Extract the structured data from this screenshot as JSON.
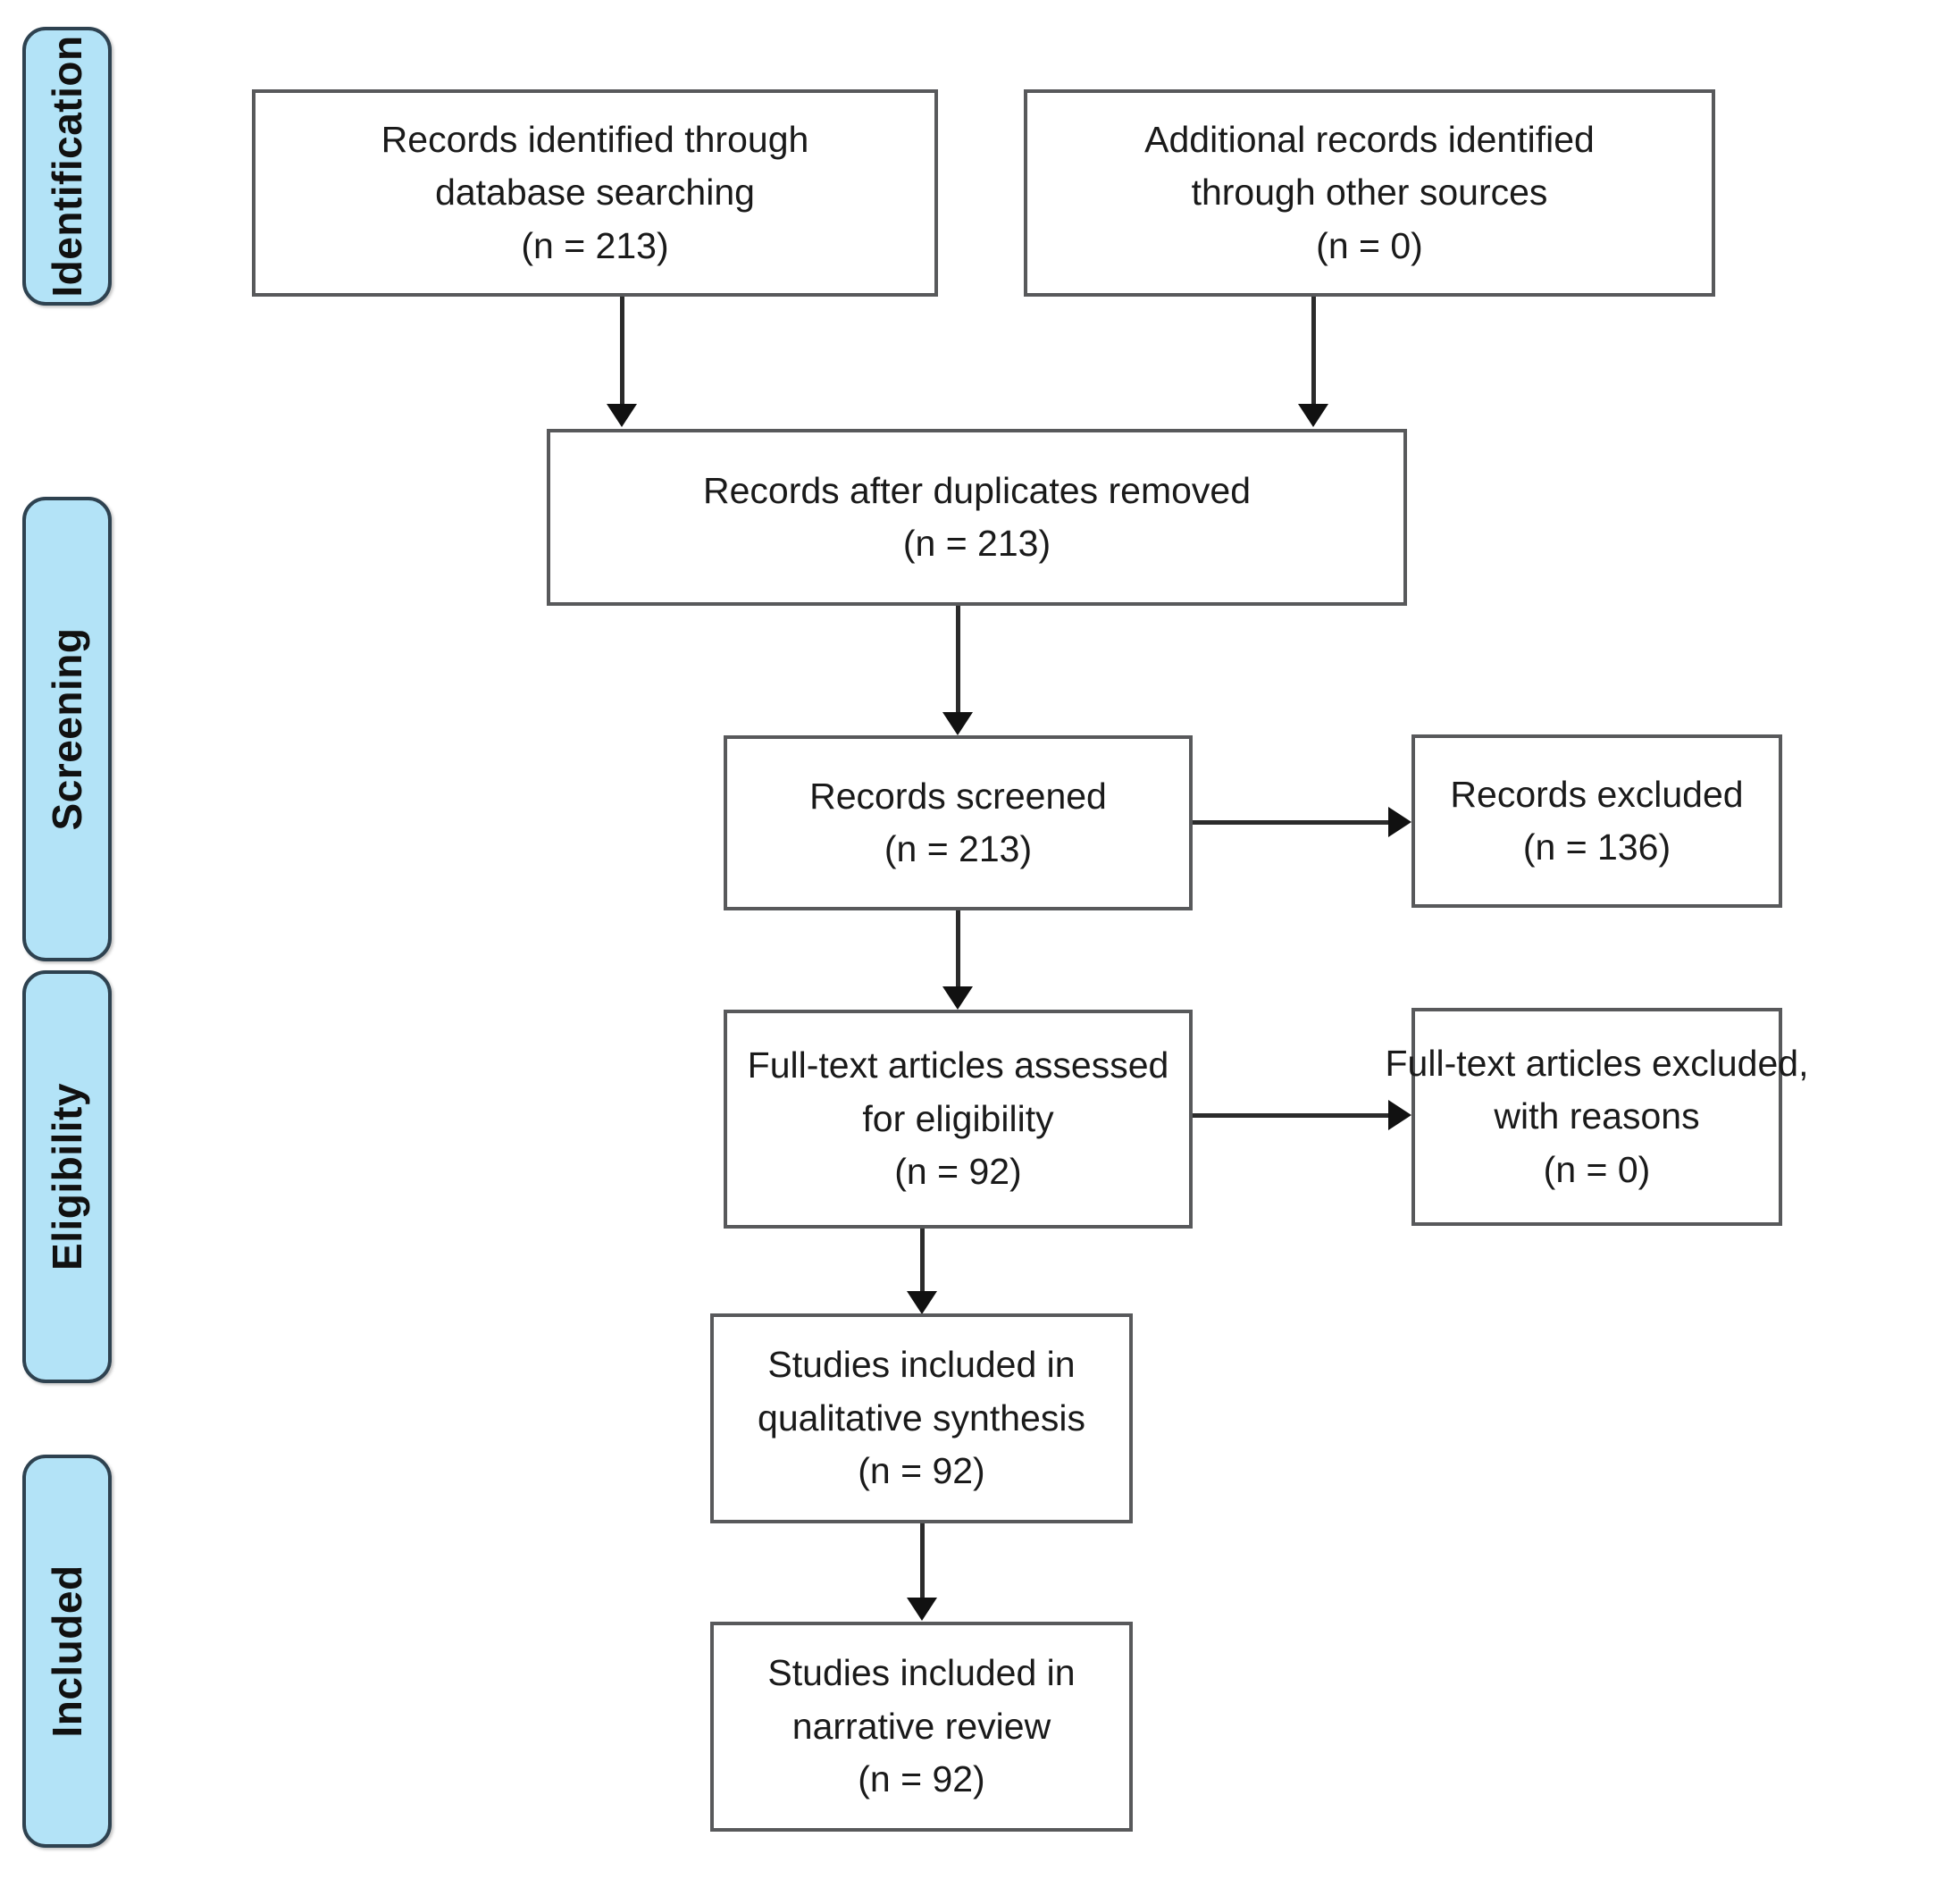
{
  "diagram": {
    "type": "prisma-flow-diagram",
    "colors": {
      "stage_tab_fill": "#b3e3f7",
      "stage_tab_border": "#2e4250",
      "box_border": "#58595b",
      "box_fill": "#ffffff",
      "connector": "#2b2b2b",
      "text": "#1a1a1a"
    },
    "stages": [
      {
        "id": "identification",
        "label": "Identification"
      },
      {
        "id": "screening",
        "label": "Screening"
      },
      {
        "id": "eligibility",
        "label": "Eligibility"
      },
      {
        "id": "included",
        "label": "Included"
      }
    ],
    "boxes": [
      {
        "id": "records-identified-database",
        "stage": "identification",
        "lines": [
          "Records identified through",
          "database searching",
          "(n = 213)"
        ],
        "count": 213
      },
      {
        "id": "additional-records-other-sources",
        "stage": "identification",
        "lines": [
          "Additional records identified",
          "through other sources",
          "(n = 0)"
        ],
        "count": 0
      },
      {
        "id": "records-after-duplicates-removed",
        "stage": "screening",
        "lines": [
          "Records after duplicates removed",
          "(n = 213)"
        ],
        "count": 213
      },
      {
        "id": "records-screened",
        "stage": "screening",
        "lines": [
          "Records screened",
          "(n = 213)"
        ],
        "count": 213
      },
      {
        "id": "records-excluded",
        "stage": "screening",
        "lines": [
          "Records excluded",
          "(n = 136)"
        ],
        "count": 136
      },
      {
        "id": "full-text-assessed",
        "stage": "eligibility",
        "lines": [
          "Full-text articles assessed",
          "for eligibility",
          "(n = 92)"
        ],
        "count": 92
      },
      {
        "id": "full-text-excluded",
        "stage": "eligibility",
        "lines": [
          "Full-text articles excluded,",
          "with reasons",
          "(n = 0)"
        ],
        "count": 0
      },
      {
        "id": "studies-qualitative-synthesis",
        "stage": "included",
        "lines": [
          "Studies included in",
          "qualitative synthesis",
          "(n = 92)"
        ],
        "count": 92
      },
      {
        "id": "studies-narrative-review",
        "stage": "included",
        "lines": [
          "Studies included in",
          "narrative review",
          "(n = 92)"
        ],
        "count": 92
      }
    ]
  }
}
